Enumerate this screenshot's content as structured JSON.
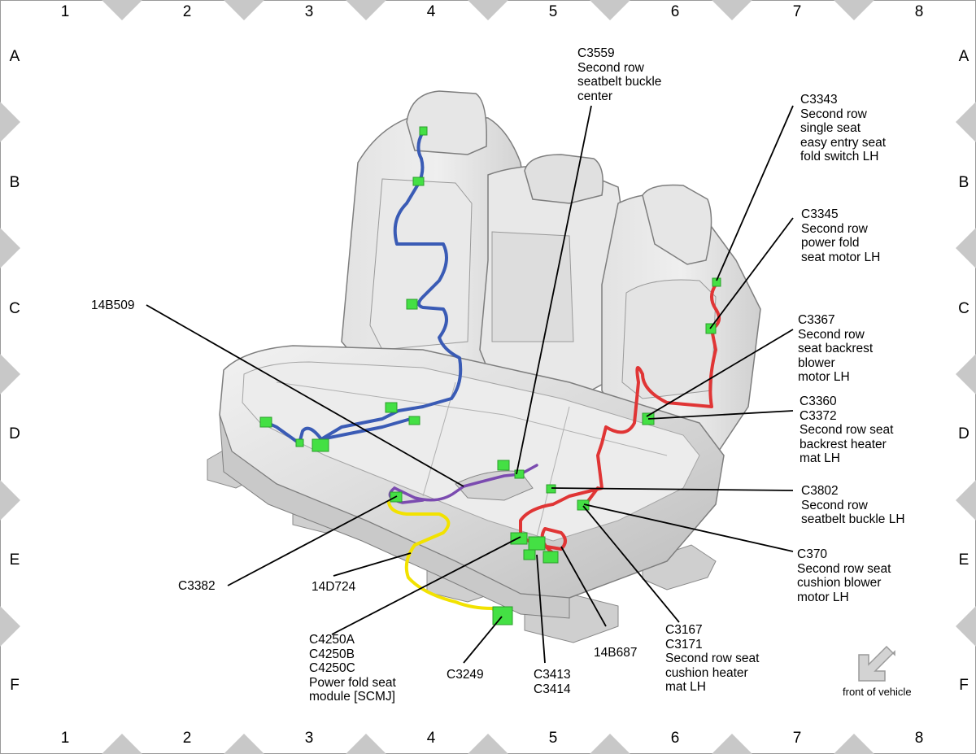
{
  "grid": {
    "columns": [
      "1",
      "2",
      "3",
      "4",
      "5",
      "6",
      "7",
      "8"
    ],
    "rows": [
      "A",
      "B",
      "C",
      "D",
      "E",
      "F"
    ]
  },
  "callouts": {
    "c3559": "C3559\nSecond row\nseatbelt buckle\ncenter",
    "c3343": "C3343\nSecond row\nsingle seat\neasy entry seat\nfold switch LH",
    "c3345": "C3345\nSecond row\npower fold\nseat motor LH",
    "c3367": "C3367\nSecond row\nseat backrest\nblower\nmotor LH",
    "c3360": "C3360\nC3372\nSecond row seat\nbackrest heater\nmat LH",
    "c3802": "C3802\nSecond row\nseatbelt buckle LH",
    "c370": "C370\nSecond row seat\ncushion blower\nmotor LH",
    "c3167": "C3167\nC3171\nSecond row seat\ncushion heater\nmat LH",
    "b687": "14B687",
    "c3413": "C3413\nC3414",
    "c3249": "C3249",
    "c4250": "C4250A\nC4250B\nC4250C\nPower fold seat\nmodule [SCMJ]",
    "d724": "14D724",
    "c3382": "C3382",
    "b509": "14B509",
    "front": "front of vehicle"
  },
  "colors": {
    "harness_blue": "#3a5bb5",
    "harness_red": "#e03535",
    "harness_purple": "#7b4bb0",
    "harness_yellow": "#f2e200",
    "connector_green": "#44e044",
    "seat_gray": "#dcdcdc",
    "frame_gray": "#c8c8c8"
  }
}
